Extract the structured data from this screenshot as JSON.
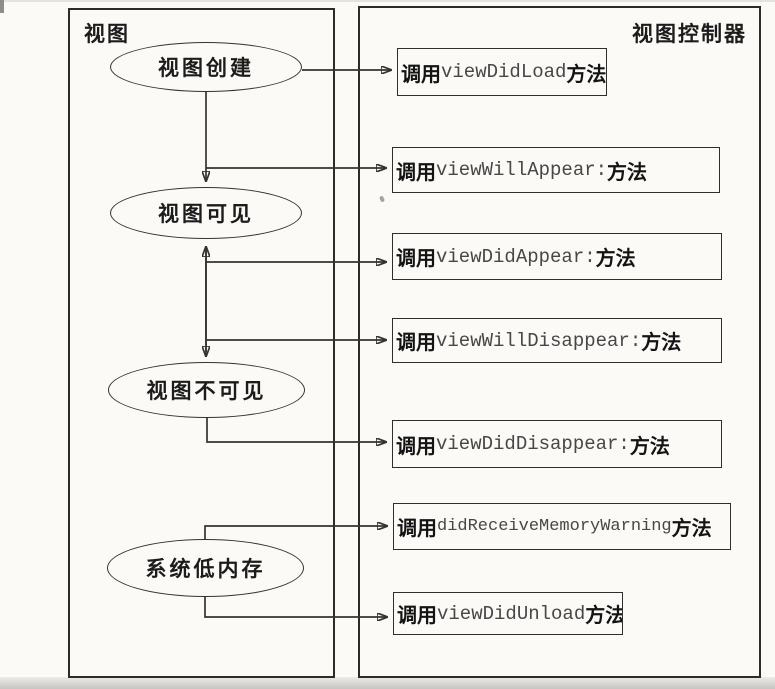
{
  "diagram": {
    "left_panel": {
      "title": "视图"
    },
    "right_panel": {
      "title": "视图控制器"
    },
    "states": [
      {
        "label": "视图创建"
      },
      {
        "label": "视图可见"
      },
      {
        "label": "视图不可见"
      },
      {
        "label": "系统低内存"
      }
    ],
    "methods": [
      {
        "prefix": "调用",
        "method": "viewDidLoad",
        "suffix": "方法"
      },
      {
        "prefix": "调用",
        "method": "viewWillAppear:",
        "suffix": "方法"
      },
      {
        "prefix": "调用",
        "method": "viewDidAppear:",
        "suffix": "方法"
      },
      {
        "prefix": "调用",
        "method": "viewWillDisappear:",
        "suffix": "方法"
      },
      {
        "prefix": "调用",
        "method": "viewDidDisappear:",
        "suffix": "方法"
      },
      {
        "prefix": "调用",
        "method": "didReceiveMemoryWarning",
        "suffix": "方法"
      },
      {
        "prefix": "调用",
        "method": "viewDidUnload",
        "suffix": "方法"
      }
    ],
    "colors": {
      "line": "#333333",
      "chinese_text": "#1c1c1c",
      "mono_text": "#474747",
      "background": "#fbfaf7"
    }
  }
}
